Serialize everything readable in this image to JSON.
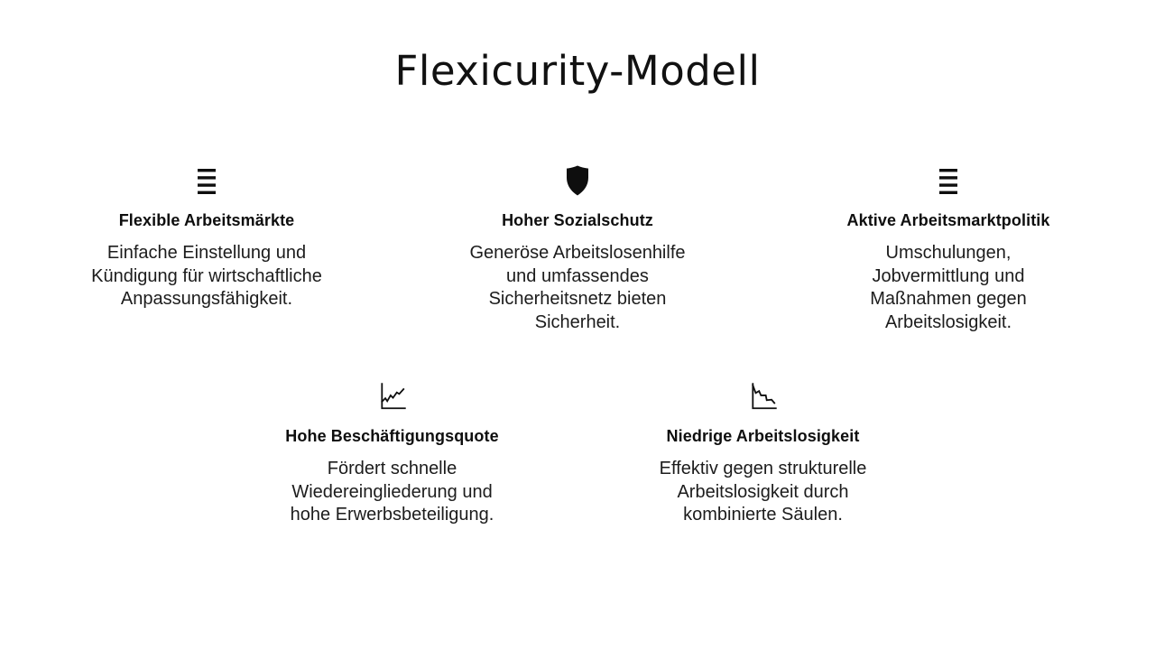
{
  "slide": {
    "title": "Flexicurity-Modell",
    "background_color": "#ffffff",
    "text_color": "#1c1c1c",
    "accent_color": "#000000",
    "items": [
      {
        "icon": "list-lines-icon",
        "heading": "Flexible Arbeitsmärkte",
        "body": "Einfache Einstellung und\nKündigung für wirtschaftliche\nAnpassungsfähigkeit."
      },
      {
        "icon": "shield-icon",
        "heading": "Hoher Sozialschutz",
        "body": "Generöse Arbeitslosenhilfe\nund umfassendes\nSicherheitsnetz bieten\nSicherheit."
      },
      {
        "icon": "list-lines-icon",
        "heading": "Aktive Arbeitsmarktpolitik",
        "body": "Umschulungen,\nJobvermittlung und\nMaßnahmen gegen\nArbeitslosigkeit."
      },
      {
        "icon": "chart-line-up-icon",
        "heading": "Hohe Beschäftigungsquote",
        "body": "Fördert schnelle\nWiedereingliederung und\nhohe Erwerbsbeteiligung."
      },
      {
        "icon": "chart-line-down-icon",
        "heading": "Niedrige Arbeitslosigkeit",
        "body": "Effektiv gegen strukturelle\nArbeitslosigkeit durch\nkombinierte Säulen."
      }
    ]
  }
}
